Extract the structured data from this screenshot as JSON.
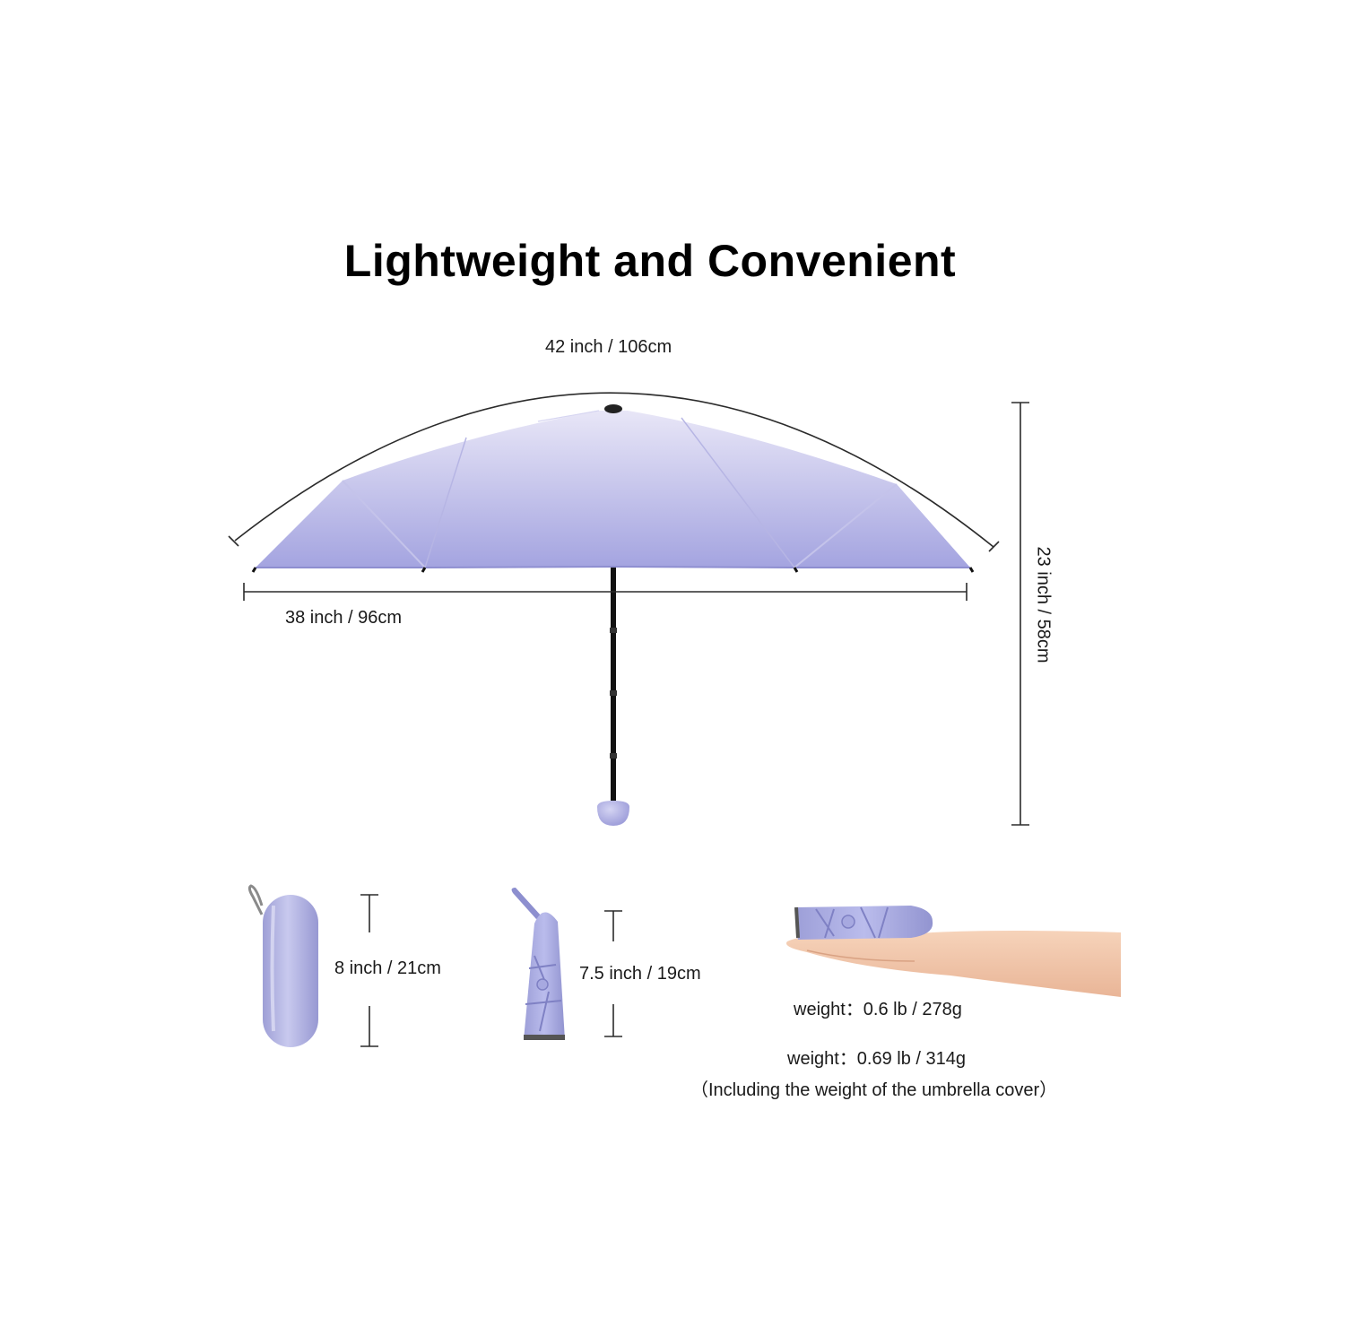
{
  "title": "Lightweight and Convenient",
  "dimensions": {
    "canopy_arc": "42 inch / 106cm",
    "canopy_width": "38 inch / 96cm",
    "total_height": "23 inch / 58cm",
    "case_length": "8 inch / 21cm",
    "folded_length": "7.5 inch / 19cm"
  },
  "weights": {
    "umbrella": "weight：0.6 lb / 278g",
    "with_cover": "weight：0.69 lb / 314g",
    "with_cover_note": "（Including the weight of the umbrella cover）"
  },
  "colors": {
    "canopy_top": "#e6e4f6",
    "canopy_bottom": "#a6a6e2",
    "shaft": "#111111",
    "skin": "#f2c6a8",
    "guide_line": "#333333"
  }
}
